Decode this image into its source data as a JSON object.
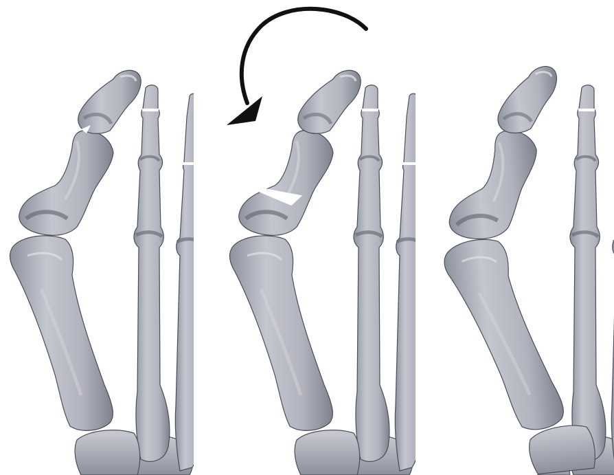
{
  "figure": {
    "panels": [
      {
        "id": "before",
        "step": "original"
      },
      {
        "id": "wedge",
        "step": "wedge-cut-with-rotation"
      },
      {
        "id": "after",
        "step": "corrected"
      }
    ],
    "arrow": {
      "direction": "counter-clockwise",
      "color": "#111111"
    },
    "colors": {
      "bone_fill": "#b9bcc6",
      "bone_light": "#d9dbe3",
      "bone_shadow": "#7d818e",
      "bone_outline": "#3c3f48",
      "cut_line": "#ffffff",
      "background": "#ffffff"
    }
  }
}
